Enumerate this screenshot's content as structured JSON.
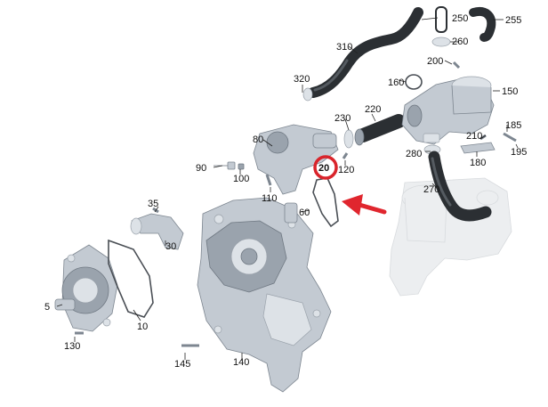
{
  "diagram": {
    "part_labels": [
      "5",
      "10",
      "20",
      "30",
      "35",
      "60",
      "80",
      "90",
      "100",
      "110",
      "120",
      "130",
      "140",
      "145",
      "150",
      "160",
      "180",
      "185",
      "195",
      "200",
      "210",
      "220",
      "230",
      "250",
      "255",
      "260",
      "270",
      "280",
      "310",
      "320"
    ],
    "highlighted_part": "20",
    "colors": {
      "highlight_ring": "#d9242b",
      "arrow": "#e0262e",
      "hose": "#2b2f33",
      "metal": "#c3cad2",
      "ghost": "#eceef0"
    },
    "icons": [
      "red-arrow-icon"
    ]
  }
}
